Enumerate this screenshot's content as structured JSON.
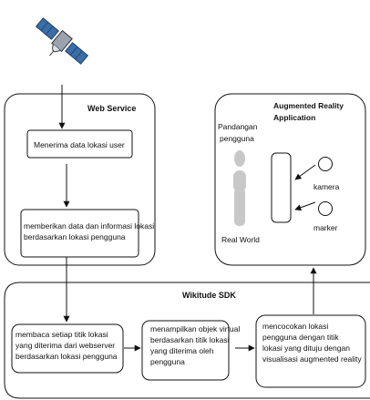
{
  "web_service": {
    "title": "Web Service",
    "box1": [
      "Menerima data lokasi user"
    ],
    "box2": [
      "memberikan data dan informasi lokasi",
      "berdasarkan lokasi pengguna"
    ]
  },
  "ar_app": {
    "title": [
      "Augmented Reality",
      "Application"
    ],
    "user_view_label": [
      "Pandangan",
      "pengguna"
    ],
    "real_world_label": "Real World",
    "camera_label": "kamera",
    "marker_label": "marker"
  },
  "wikitude": {
    "title": "Wikitude SDK",
    "box1": [
      "membaca setiap titik lokasi",
      "yang diterima dari webserver",
      "berdasarkan lokasi pengguna"
    ],
    "box2": [
      "menampilkan objek virtual",
      "berdasarkan titik lokasi",
      "yang diterima oleh",
      "pengguna"
    ],
    "box3": [
      "mencocokan lokasi",
      "pengguna dengan titik",
      "lokasi yang dituju dengan",
      "visualisasi augmented reality"
    ]
  },
  "icons": {
    "satellite": "satellite-icon",
    "person": "person-silhouette-icon",
    "phone": "smartphone-icon"
  },
  "colors": {
    "satellite_blue": "#3a6ea8",
    "person_gray": "#c8c8c8",
    "stroke": "#111111"
  }
}
